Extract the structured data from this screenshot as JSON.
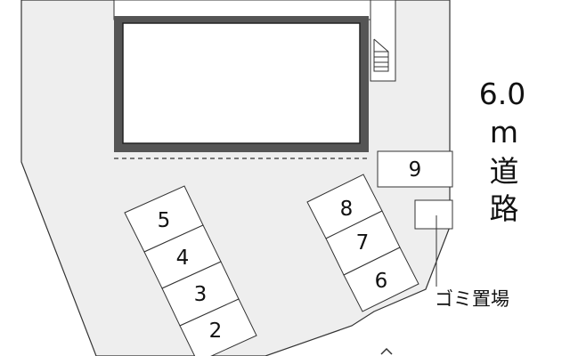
{
  "parking_slots_left": [
    {
      "id": "slot-5",
      "label": "5"
    },
    {
      "id": "slot-4",
      "label": "4"
    },
    {
      "id": "slot-3",
      "label": "3"
    },
    {
      "id": "slot-2",
      "label": "2"
    }
  ],
  "parking_slots_right": [
    {
      "id": "slot-8",
      "label": "8"
    },
    {
      "id": "slot-7",
      "label": "7"
    },
    {
      "id": "slot-6",
      "label": "6"
    }
  ],
  "parking_slot_top_right": {
    "id": "slot-9",
    "label": "9"
  },
  "road": {
    "width_label": "6.0",
    "unit_label": "m",
    "name_char_1": "道",
    "name_char_2": "路"
  },
  "garbage_area": {
    "label": "ゴミ置場"
  },
  "colors": {
    "lot_fill": "#eeeeee",
    "line": "#333333",
    "building_border": "#555555",
    "background": "#ffffff"
  }
}
